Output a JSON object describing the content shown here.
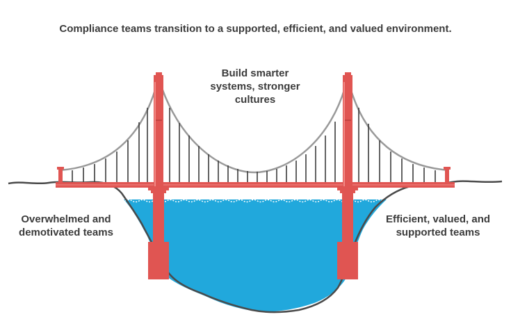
{
  "title": "Compliance teams transition to a supported, efficient, and valued environment.",
  "labels": {
    "center": [
      "Build smarter",
      "systems, stronger",
      "cultures"
    ],
    "left": [
      "Overwhelmed and",
      "demotivated teams"
    ],
    "right": [
      "Efficient, valued, and",
      "supported teams"
    ]
  },
  "colors": {
    "tower": "#e05552",
    "water": "#21a8dc",
    "cable": "#999999",
    "hanger": "#3a3a3a",
    "ground": "#4a4a4a",
    "text": "#3b3b3b"
  }
}
